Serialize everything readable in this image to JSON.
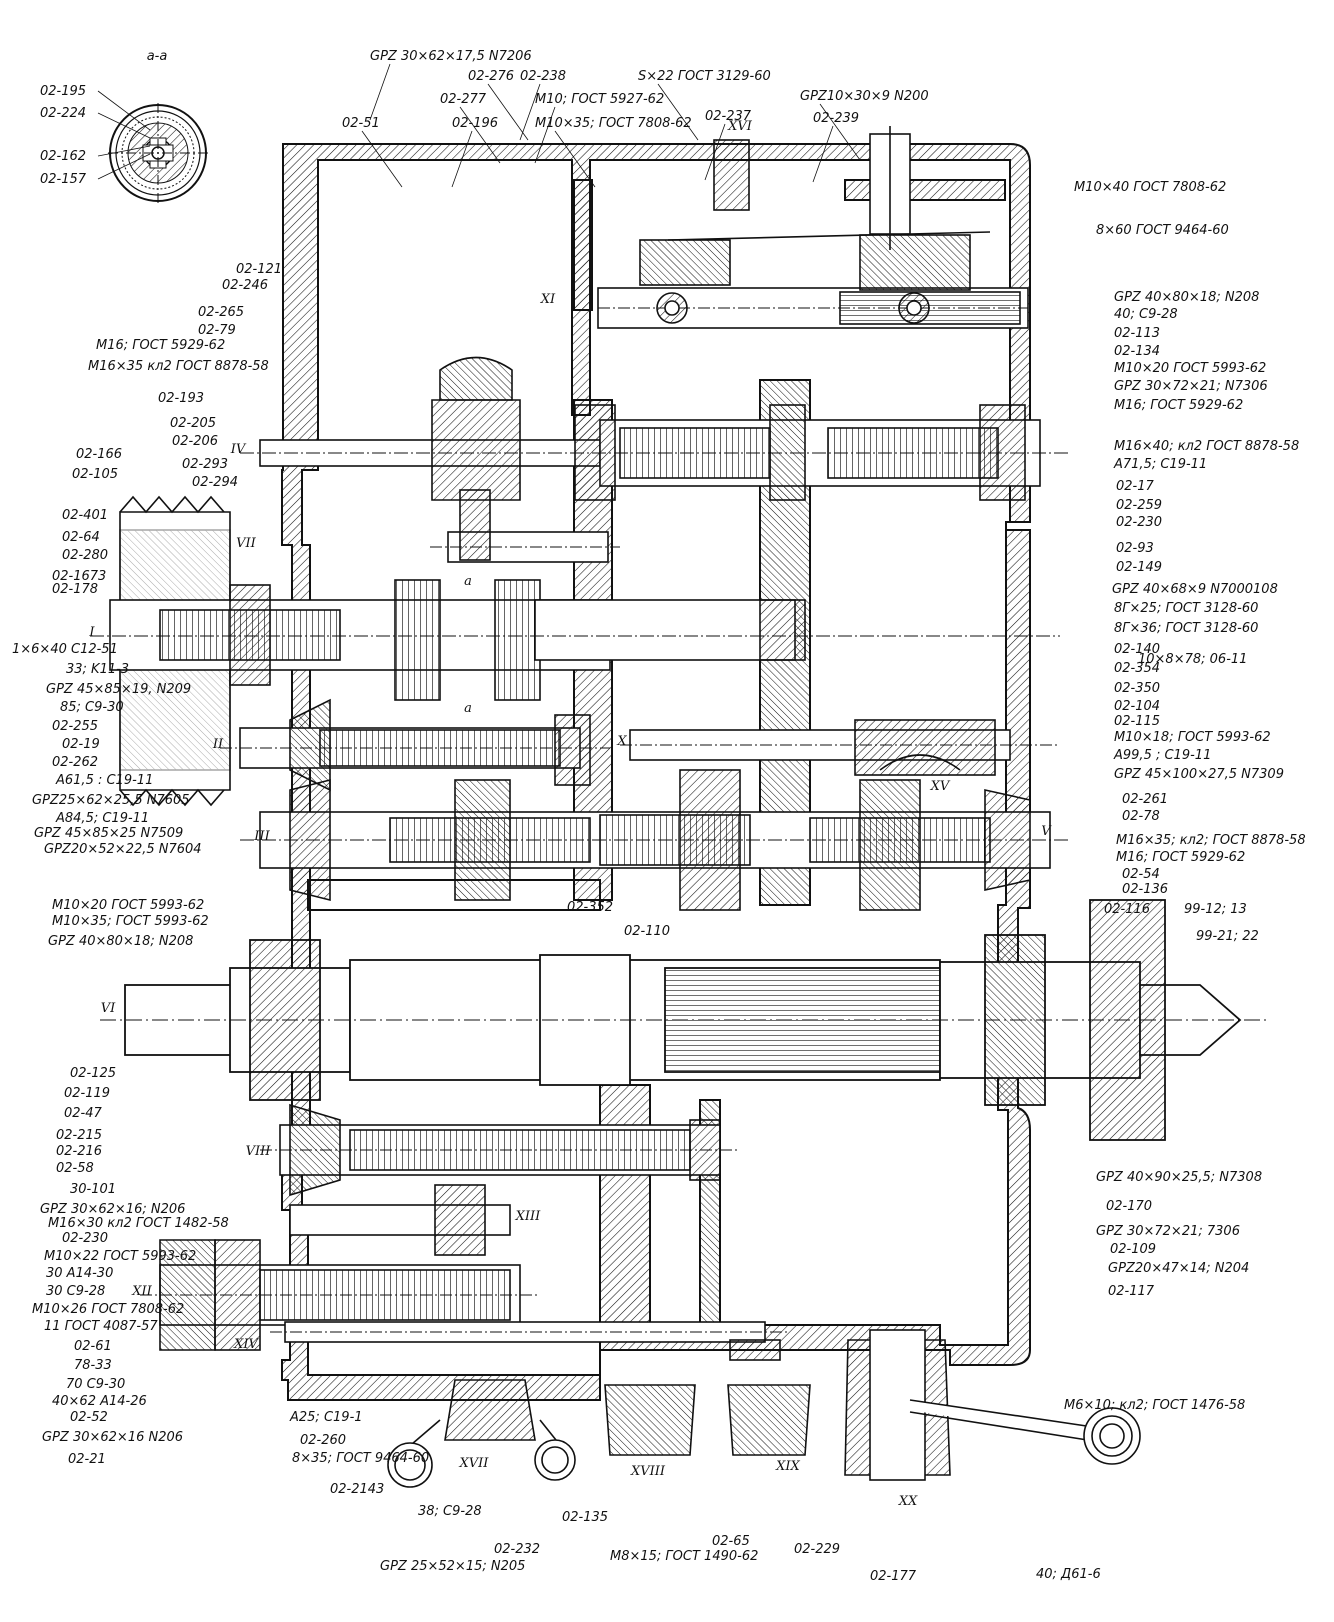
{
  "section_title": "а-а",
  "section_labels": [
    "02-195",
    "02-224",
    "02-162",
    "02-157"
  ],
  "roman_numerals": [
    "I",
    "II",
    "III",
    "IV",
    "V",
    "VI",
    "VII",
    "VIII",
    "X",
    "XI",
    "XII",
    "XIII",
    "XIV",
    "XV",
    "XVI",
    "XVII",
    "XVIII",
    "XIX",
    "XX",
    "а",
    "а"
  ],
  "top_labels": [
    "GPZ 30×62×17,5 N7206",
    "02-276",
    "02-238",
    "S×22 ГОСТ 3129-60",
    "02-237",
    "GPZ10×30×9 N200",
    "02-239",
    "02-277",
    "M10; ГОСТ 5927-62",
    "M10×35; ГОСТ 7808-62",
    "02-196",
    "02-51"
  ],
  "left_labels": [
    "02-121",
    "02-246",
    "02-265",
    "02-79",
    "M16; ГОСТ 5929-62",
    "M16×35 кл2 ГОСТ 8878-58",
    "02-193",
    "02-205",
    "02-206",
    "02-293",
    "02-294",
    "02-166",
    "02-105",
    "02-401",
    "02-64",
    "02-280",
    "02-1673",
    "02-178",
    "1×6×40 C12-51",
    "33; K11-3",
    "GPZ 45×85×19, N209",
    "85; C9-30",
    "02-255",
    "02-19",
    "02-262",
    "A61,5 : C19-11",
    "GPZ25×62×25,5 N7605",
    "A84,5; C19-11",
    "GPZ 45×85×25 N7509",
    "GPZ20×52×22,5 N7604",
    "M10×20 ГОСТ 5993-62",
    "M10×35; ГОСТ 5993-62",
    "GPZ 40×80×18; N208",
    "02-125",
    "02-119",
    "02-47",
    "02-215",
    "02-216",
    "02-58",
    "30-101",
    "GPZ 30×62×16; N206",
    "M16×30 кл2 ГОСТ 1482-58",
    "02-230",
    "M10×22 ГОСТ 5993-62",
    "30 A14-30",
    "30 C9-28",
    "M10×26 ГОСТ 7808-62",
    "11 ГОСТ 4087-57",
    "02-61",
    "78-33",
    "70 C9-30",
    "40×62 A14-26",
    "02-52",
    "GPZ 30×62×16 N206",
    "02-21"
  ],
  "right_labels": [
    "M10×40 ГОСТ 7808-62",
    "8×60 ГОСТ 9464-60",
    "GPZ 40×80×18; N208",
    "40; C9-28",
    "02-113",
    "02-134",
    "M10×20 ГОСТ 5993-62",
    "GPZ 30×72×21; N7306",
    "M16; ГОСТ 5929-62",
    "M16×40; кл2 ГОСТ 8878-58",
    "A71,5; C19-11",
    "02-17",
    "02-259",
    "02-230",
    "02-93",
    "02-149",
    "GPZ 40×68×9 N7000108",
    "8Г×25; ГОСТ 3128-60",
    "8Г×36; ГОСТ 3128-60",
    "02-140",
    "02-354",
    "10×8×78; 06-11",
    "02-350",
    "02-104",
    "02-115",
    "M10×18; ГОСТ 5993-62",
    "A99,5 ; C19-11",
    "GPZ 45×100×27,5 N7309",
    "02-261",
    "02-78",
    "M16×35; кл2; ГОСТ 8878-58",
    "M16; ГОСТ 5929-62",
    "02-54",
    "02-136",
    "02-116",
    "99-12; 13",
    "99-21; 22",
    "GPZ 40×90×25,5; N7308",
    "02-170",
    "GPZ 30×72×21; 7306",
    "02-109",
    "GPZ20×47×14; N204",
    "02-117",
    "M6×10; кл2; ГОСТ 1476-58"
  ],
  "bottom_labels": [
    "A25; C19-1",
    "02-260",
    "8×35; ГОСТ 9464-60",
    "02-2143",
    "38; C9-28",
    "GPZ 25×52×15; N205",
    "02-232",
    "02-135",
    "M8×15; ГОСТ 1490-62",
    "02-65",
    "02-229",
    "02-177",
    "40; Д61-6",
    "02-352",
    "02-110"
  ]
}
